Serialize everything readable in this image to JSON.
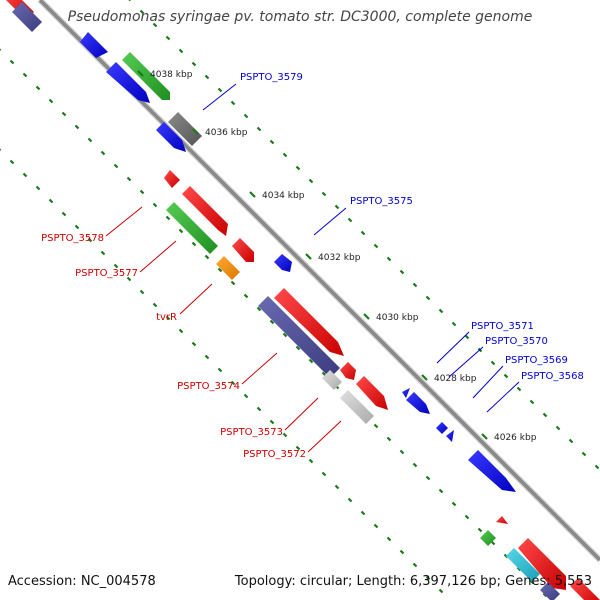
{
  "title": "Pseudomonas syringae pv. tomato str. DC3000, complete genome",
  "accession": "Accession: NC_004578",
  "summary": "Topology: circular; Length: 6,397,126 bp; Genes: 5,553",
  "colors": {
    "backbone": "#888888",
    "tick": "#1a7a1a",
    "forward_label": "#0000cc",
    "reverse_label": "#cc0000"
  },
  "ruler": [
    {
      "label": "4038 kbp"
    },
    {
      "label": "4036 kbp"
    },
    {
      "label": "4034 kbp"
    },
    {
      "label": "4032 kbp"
    },
    {
      "label": "4030 kbp"
    },
    {
      "label": "4028 kbp"
    },
    {
      "label": "4026 kbp"
    }
  ],
  "forward_labels": [
    {
      "label": "PSPTO_3579"
    },
    {
      "label": "PSPTO_3575"
    },
    {
      "label": "PSPTO_3571"
    },
    {
      "label": "PSPTO_3570"
    },
    {
      "label": "PSPTO_3569"
    },
    {
      "label": "PSPTO_3568"
    }
  ],
  "reverse_labels": [
    {
      "label": "PSPTO_3578"
    },
    {
      "label": "PSPTO_3577"
    },
    {
      "label": "tvrR"
    },
    {
      "label": "PSPTO_3574"
    },
    {
      "label": "PSPTO_3573"
    },
    {
      "label": "PSPTO_3572"
    }
  ]
}
